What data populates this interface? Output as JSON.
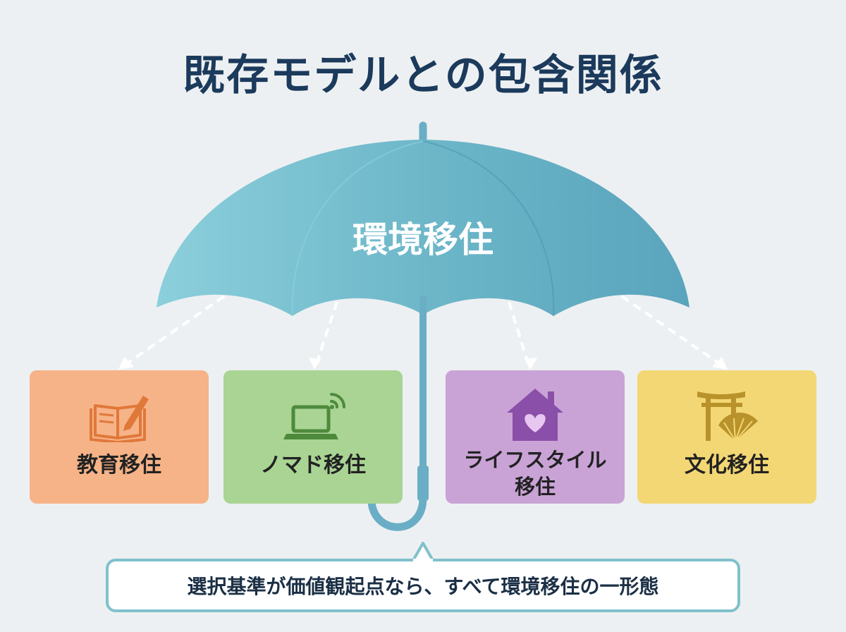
{
  "title": "既存モデルとの包含関係",
  "umbrella": {
    "label": "環境移住",
    "canopy_color": "#6fb9cb",
    "handle_color": "#6aaec6"
  },
  "models": [
    {
      "label": "教育移住",
      "icon": "book-pencil-icon",
      "color": "#f6b387",
      "icon_color": "#e0783a"
    },
    {
      "label": "ノマド移住",
      "icon": "laptop-wifi-icon",
      "color": "#a9d494",
      "icon_color": "#4d8a3b"
    },
    {
      "label": "ライフスタイル\n移住",
      "icon": "house-heart-icon",
      "color": "#c9a3d6",
      "icon_color": "#8a4fa8"
    },
    {
      "label": "文化移住",
      "icon": "torii-fan-icon",
      "color": "#f3d774",
      "icon_color": "#b8922a"
    }
  ],
  "callout": {
    "text": "選択基準が価値観起点なら、すべて環境移住の一形態"
  }
}
